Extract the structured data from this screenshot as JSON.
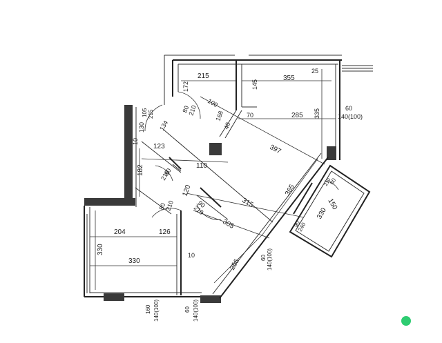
{
  "labels": {
    "top_215": "215",
    "top_355": "355",
    "top_25": "25",
    "v_172": "172",
    "v_145": "145",
    "v_335": "335",
    "d_100": "100",
    "d_168": "168",
    "d_40": "40",
    "h_70": "70",
    "h_285": "285",
    "d_397": "397",
    "door_80_210_a": "80",
    "door_80_210_a2": "210",
    "v_105": "105",
    "v_215_small": "215",
    "v_130": "130",
    "v_10": "10",
    "d_134": "134",
    "d_123": "123",
    "d_110": "110",
    "v_182": "182",
    "door_80_210_b": "80",
    "door_80_210_b2": "210",
    "d_120": "120",
    "d_315": "315",
    "d_305": "305",
    "d_365": "365",
    "door_80_210_c": "80",
    "door_80_210_c2": "210",
    "door_90_210": "90",
    "door_90_210_2": "210",
    "h_204": "204",
    "h_126": "126",
    "v_330_left": "330",
    "h_330": "330",
    "v_10_b": "10",
    "d_256": "256",
    "bal_80": "80",
    "bal_210": "210",
    "bal_150": "150",
    "bal_330": "330",
    "bal_90": "90",
    "bal_240": "240",
    "win_60_a": "60",
    "win_140_a": "140(100)",
    "win_60_b": "60",
    "win_140_b": "140(100)",
    "win_160": "160",
    "win_140_c": "140(100)",
    "win_60_c": "60",
    "win_140_d": "140(100)"
  },
  "colors": {
    "status_dot": "#2ecc71"
  }
}
